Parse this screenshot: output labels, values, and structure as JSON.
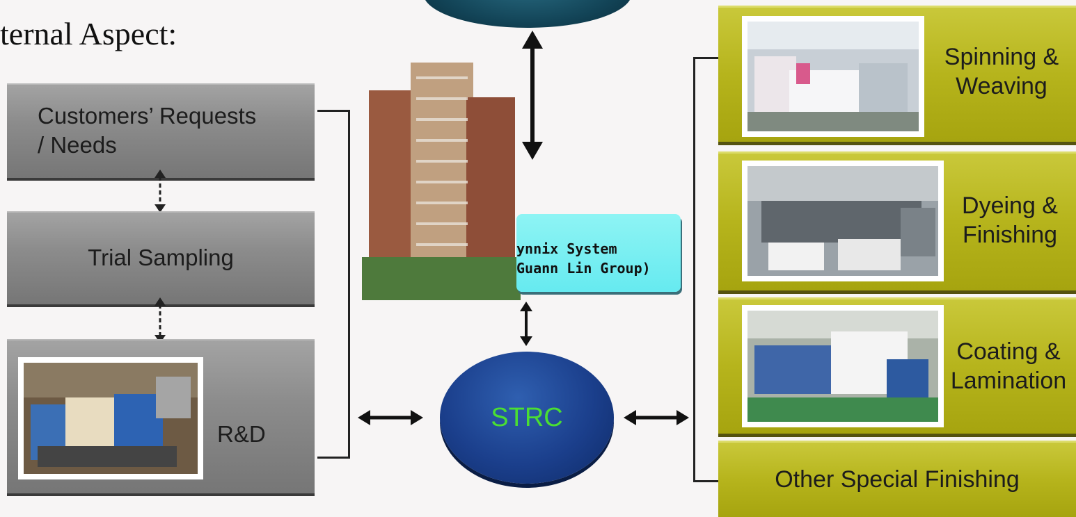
{
  "heading": "ternal Aspect:",
  "left_column": {
    "customers": "Customers’ Requests\n/ Needs",
    "trial": "Trial Sampling",
    "rnd": "R&D"
  },
  "center": {
    "synnix_line1": "ynnix System",
    "synnix_line2": "Guann Lin Group)",
    "strc": "STRC"
  },
  "right_column": {
    "spinning": "Spinning &\nWeaving",
    "dyeing": "Dyeing &\nFinishing",
    "coating": "Coating &\nLamination",
    "other": "Other Special Finishing"
  },
  "icons": {
    "photo_building": "building-photo",
    "photo_rnd": "rnd-machine-photo",
    "photo_spinning": "spinning-factory-photo",
    "photo_dyeing": "dyeing-factory-photo",
    "photo_coating": "coating-machine-photo"
  },
  "colors": {
    "gray_box": "#8c8c8c",
    "yellow_box": "#b6b41c",
    "strc_fill": "#1b3f8c",
    "strc_text": "#4ade33",
    "synnix_fill": "#66eaf0"
  }
}
